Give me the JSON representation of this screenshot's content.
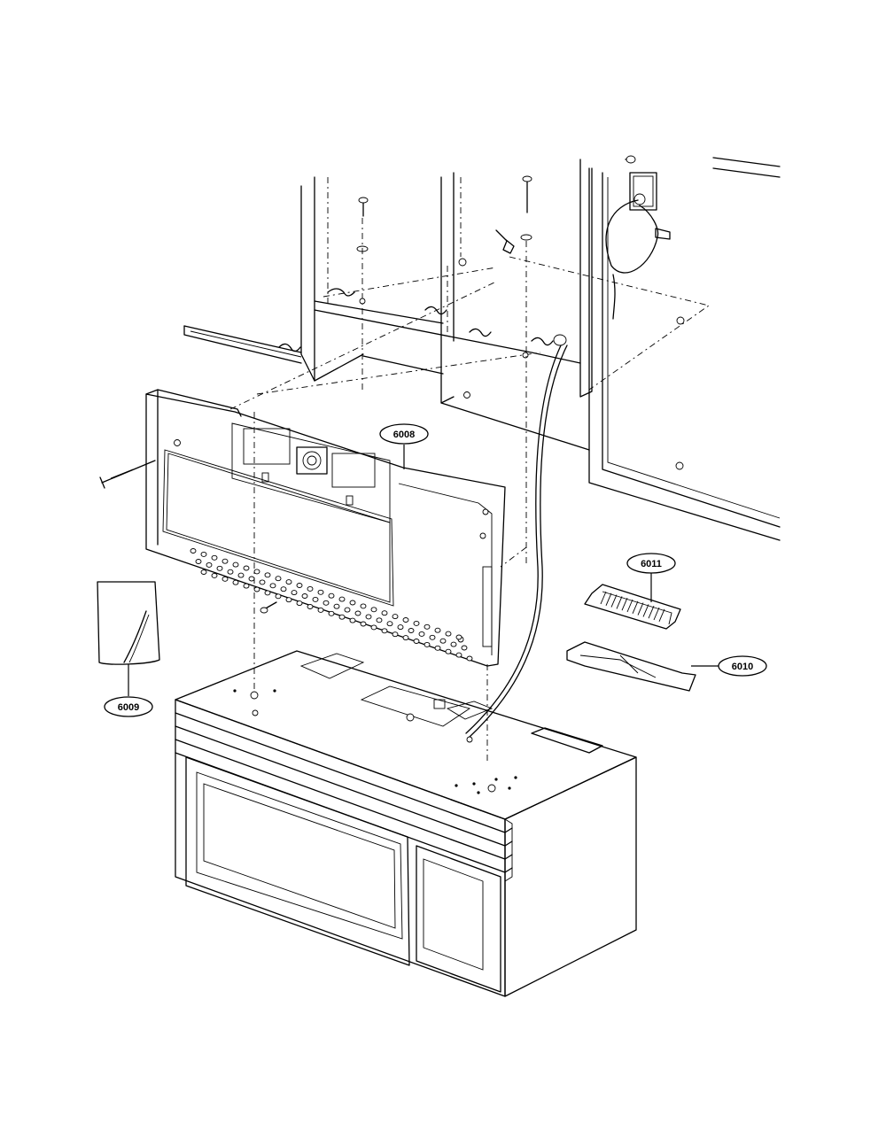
{
  "callouts": [
    {
      "id": "c6008",
      "label": "6008"
    },
    {
      "id": "c6009",
      "label": "6009"
    },
    {
      "id": "c6010",
      "label": "6010"
    },
    {
      "id": "c6011",
      "label": "6011"
    }
  ]
}
